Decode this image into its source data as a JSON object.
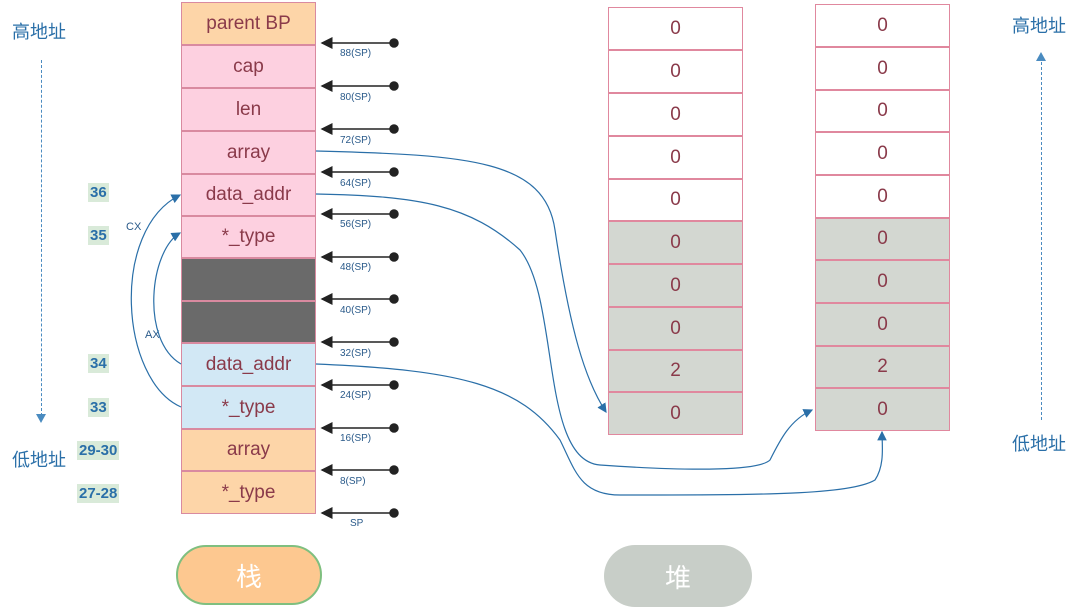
{
  "labels": {
    "high_addr_left": "高地址",
    "low_addr_left": "低地址",
    "high_addr_right": "高地址",
    "low_addr_right": "低地址"
  },
  "stack": {
    "title": "栈",
    "cells": [
      "parent BP",
      "cap",
      "len",
      "array",
      "data_addr",
      "*_type",
      "",
      "",
      "data_addr",
      "*_type",
      "array",
      "*_type"
    ]
  },
  "sp_offsets": [
    "88(SP)",
    "80(SP)",
    "72(SP)",
    "64(SP)",
    "56(SP)",
    "48(SP)",
    "40(SP)",
    "32(SP)",
    "24(SP)",
    "16(SP)",
    "8(SP)",
    "SP"
  ],
  "line_numbers": [
    "36",
    "35",
    "34",
    "33",
    "29-30",
    "27-28"
  ],
  "registers": {
    "cx": "CX",
    "ax": "AX"
  },
  "heap": {
    "title": "堆",
    "column1": [
      "0",
      "0",
      "0",
      "0",
      "0",
      "0",
      "0",
      "0",
      "2",
      "0"
    ],
    "column2": [
      "0",
      "0",
      "0",
      "0",
      "0",
      "0",
      "0",
      "0",
      "2",
      "0"
    ]
  },
  "colors": {
    "accent": "#2a6fa8",
    "stack_orange": "#fdd5a8",
    "stack_pink": "#fdd0e0",
    "stack_gray": "#6a6a6a",
    "stack_blue": "#d2e8f5",
    "heap_gray": "#d3d7d1",
    "pill_orange": "#fdc890",
    "pill_gray": "#c8cec8"
  }
}
